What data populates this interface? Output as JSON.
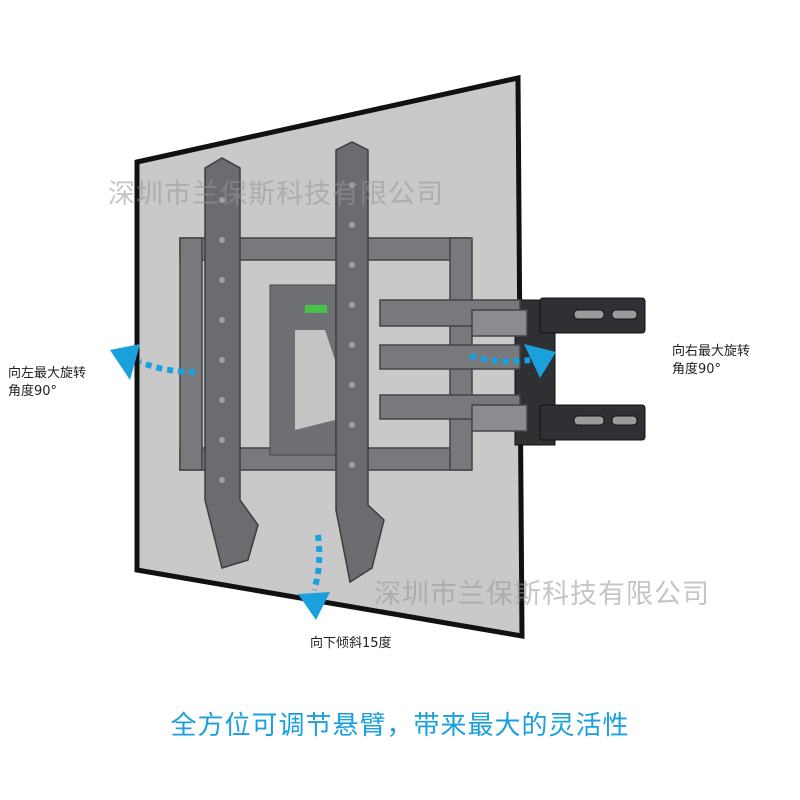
{
  "labels": {
    "left_rotate": [
      "向左最大旋转",
      "角度90°"
    ],
    "right_rotate": [
      "向右最大旋转",
      "角度90°"
    ],
    "tilt_down": "向下倾斜15度"
  },
  "watermark": "深圳市兰保斯科技有限公司",
  "caption": "全方位可调节悬臂，带来最大的灵活性",
  "colors": {
    "accent": "#1aa0dc",
    "screen_fill": "#c9c9c9",
    "screen_border": "#111111",
    "bracket": "#6a6c70"
  }
}
